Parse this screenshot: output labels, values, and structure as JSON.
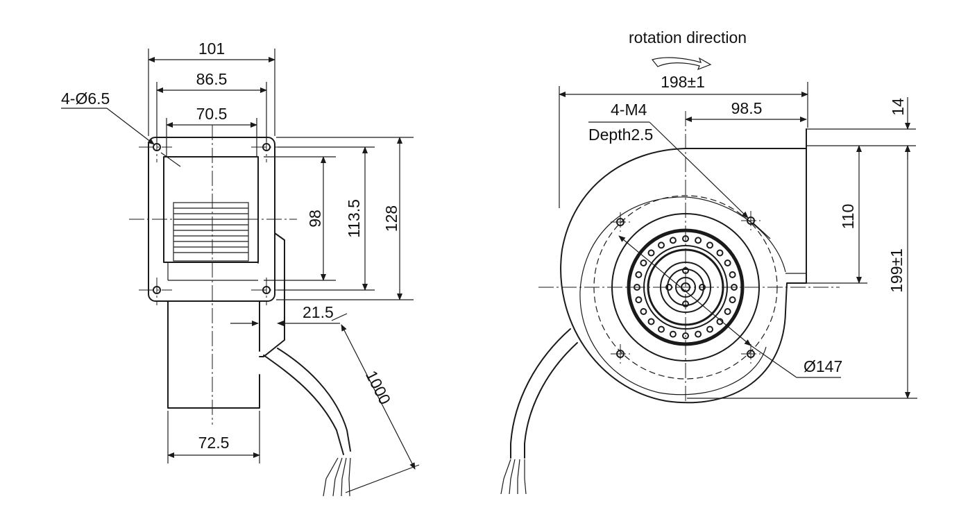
{
  "side_view": {
    "dim_width_outer": "101",
    "dim_width_mid": "86.5",
    "dim_width_inner": "70.5",
    "dim_holes": "4-Ø6.5",
    "dim_98": "98",
    "dim_113_5": "113.5",
    "dim_128": "128",
    "dim_21_5": "21.5",
    "dim_72_5": "72.5",
    "dim_1000": "1000"
  },
  "front_view": {
    "rotation_label": "rotation direction",
    "dim_198": "198±1",
    "dim_98_5": "98.5",
    "dim_14": "14",
    "thread_label": "4-M4",
    "depth_label": "Depth2.5",
    "dim_110": "110",
    "dim_199": "199±1",
    "dim_diameter": "Ø147"
  }
}
